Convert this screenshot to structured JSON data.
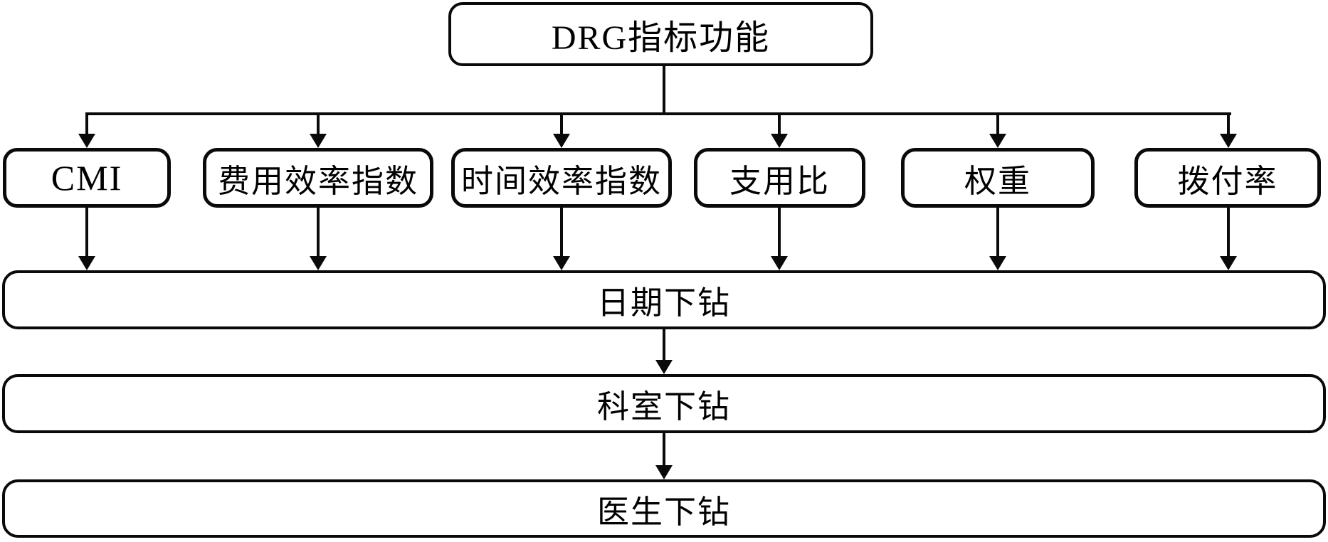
{
  "diagram": {
    "root": {
      "label": "DRG指标功能"
    },
    "metrics": [
      {
        "label": "CMI"
      },
      {
        "label": "费用效率指数"
      },
      {
        "label": "时间效率指数"
      },
      {
        "label": "支用比"
      },
      {
        "label": "权重"
      },
      {
        "label": "拨付率"
      }
    ],
    "drilldowns": [
      {
        "label": "日期下钻"
      },
      {
        "label": "科室下钻"
      },
      {
        "label": "医生下钻"
      }
    ],
    "colors": {
      "line": "#0a0a0a",
      "background": "#ffffff",
      "text": "#000000"
    }
  }
}
